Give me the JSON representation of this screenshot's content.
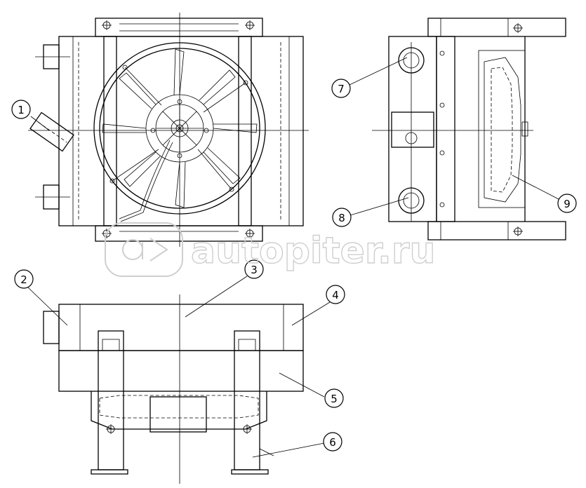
{
  "callouts": {
    "c1": "1",
    "c2": "2",
    "c3": "3",
    "c4": "4",
    "c5": "5",
    "c6": "6",
    "c7": "7",
    "c8": "8",
    "c9": "9"
  },
  "watermark": {
    "text": "autopiter.ru"
  },
  "colors": {
    "line": "#000000",
    "background": "#ffffff",
    "watermark": "#cfcfcf"
  }
}
